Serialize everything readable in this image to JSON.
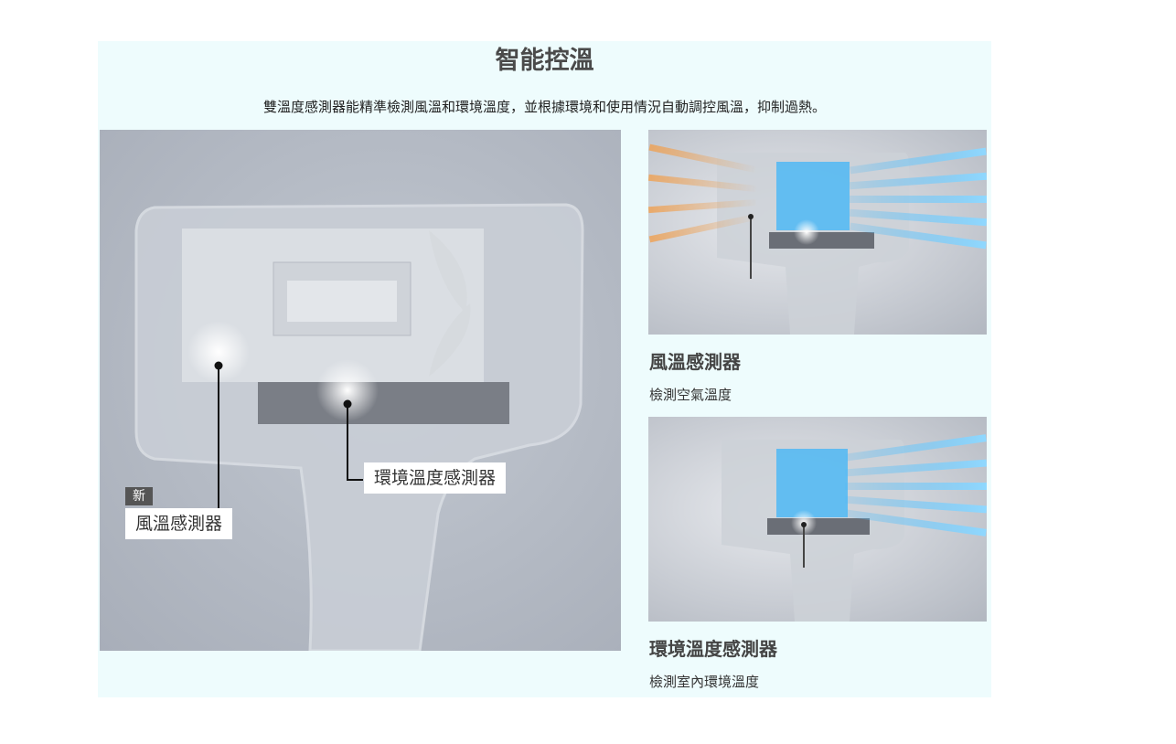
{
  "heading": "智能控溫",
  "description": "雙溫度感測器能精準檢測風溫和環境溫度，並根據環境和使用情況自動調控風溫，抑制過熱。",
  "main_image": {
    "new_badge": "新",
    "wind_sensor_label": "風溫感測器",
    "env_sensor_label": "環境溫度感測器"
  },
  "features": [
    {
      "title": "風溫感測器",
      "text": "檢測空氣溫度"
    },
    {
      "title": "環境溫度感測器",
      "text": "檢測室內環境溫度"
    }
  ],
  "colors": {
    "section_bg": "#eefcfd",
    "hot_air": "#f0a050",
    "cool_air": "#4fb8f5"
  }
}
